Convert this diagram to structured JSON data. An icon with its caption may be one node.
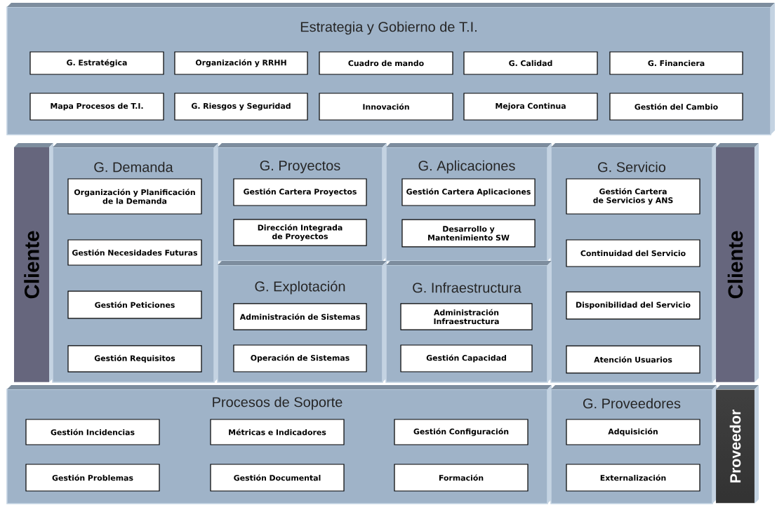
{
  "diagram": {
    "nodes": [
      {
        "text": [
          "Estrategia y Gobierno de T.I."
        ]
      },
      {
        "text": [
          "G. Estratégica"
        ],
        "in": 0
      },
      {
        "text": [
          "Organización y RRHH"
        ],
        "in": 0
      },
      {
        "text": [
          "Cuadro de mando"
        ],
        "in": 0
      },
      {
        "text": [
          "G. Calidad"
        ],
        "in": 0
      },
      {
        "text": [
          "G. Financiera"
        ],
        "in": 0
      },
      {
        "text": [
          "Mapa Procesos de T.I."
        ],
        "in": 0
      },
      {
        "text": [
          "G. Riesgos y Seguridad"
        ],
        "in": 0
      },
      {
        "text": [
          "Innovación"
        ],
        "in": 0
      },
      {
        "text": [
          "Mejora Continua"
        ],
        "in": 0
      },
      {
        "text": [
          "Gestión del Cambio"
        ],
        "in": 0
      },
      {
        "text": [
          "Cliente"
        ]
      },
      {
        "text": [
          "G. Demanda"
        ]
      },
      {
        "text": [
          "Organización y Planificación de la Demanda"
        ],
        "in": 12
      },
      {
        "text": [
          "Gestión Necesidades Futuras"
        ],
        "in": 12
      },
      {
        "text": [
          "Gestión Peticiones"
        ],
        "in": 12
      },
      {
        "text": [
          "Gestión Requisitos"
        ],
        "in": 12
      },
      {
        "text": [
          "G. Proyectos"
        ]
      },
      {
        "text": [
          "Gestión Cartera Proyectos"
        ],
        "in": 17
      },
      {
        "text": [
          "Dirección Integrada de Proyectos"
        ],
        "in": 17
      },
      {
        "text": [
          "G. Aplicaciones"
        ]
      },
      {
        "text": [
          "Gestión Cartera Aplicaciones"
        ],
        "in": 20
      },
      {
        "text": [
          "Desarrollo y Mantenimiento SW"
        ],
        "in": 20
      },
      {
        "text": [
          "G. Servicio"
        ]
      },
      {
        "text": [
          "Gestión Cartera de Servicios y ANS"
        ],
        "in": 23
      },
      {
        "text": [
          "Continuidad del Servicio"
        ],
        "in": 23
      },
      {
        "text": [
          "Disponibilidad del Servicio"
        ],
        "in": 23
      },
      {
        "text": [
          "Atención Usuarios"
        ],
        "in": 23
      },
      {
        "text": [
          "Cliente"
        ]
      },
      {
        "text": [
          "G. Explotación"
        ]
      },
      {
        "text": [
          "Administración de Sistemas"
        ],
        "in": 29
      },
      {
        "text": [
          "Operación de Sistemas"
        ],
        "in": 29
      },
      {
        "text": [
          "G. Infraestructura"
        ]
      },
      {
        "text": [
          "Administración Infraestructura"
        ],
        "in": 32
      },
      {
        "text": [
          "Gestión Capacidad"
        ],
        "in": 32
      },
      {
        "text": [
          "Procesos de Soporte"
        ]
      },
      {
        "text": [
          "Gestión Incidencias"
        ],
        "in": 35
      },
      {
        "text": [
          "Métricas e Indicadores"
        ],
        "in": 35
      },
      {
        "text": [
          "Gestión Configuración"
        ],
        "in": 35
      },
      {
        "text": [
          "Gestión Problemas"
        ],
        "in": 35
      },
      {
        "text": [
          "Gestión Documental"
        ],
        "in": 35
      },
      {
        "text": [
          "Formación"
        ],
        "in": 35
      },
      {
        "text": [
          "G. Proveedores"
        ]
      },
      {
        "text": [
          "Adquisición"
        ],
        "in": 42
      },
      {
        "text": [
          "Externalización"
        ],
        "in": 42
      },
      {
        "text": [
          "Proveedor"
        ]
      }
    ]
  }
}
